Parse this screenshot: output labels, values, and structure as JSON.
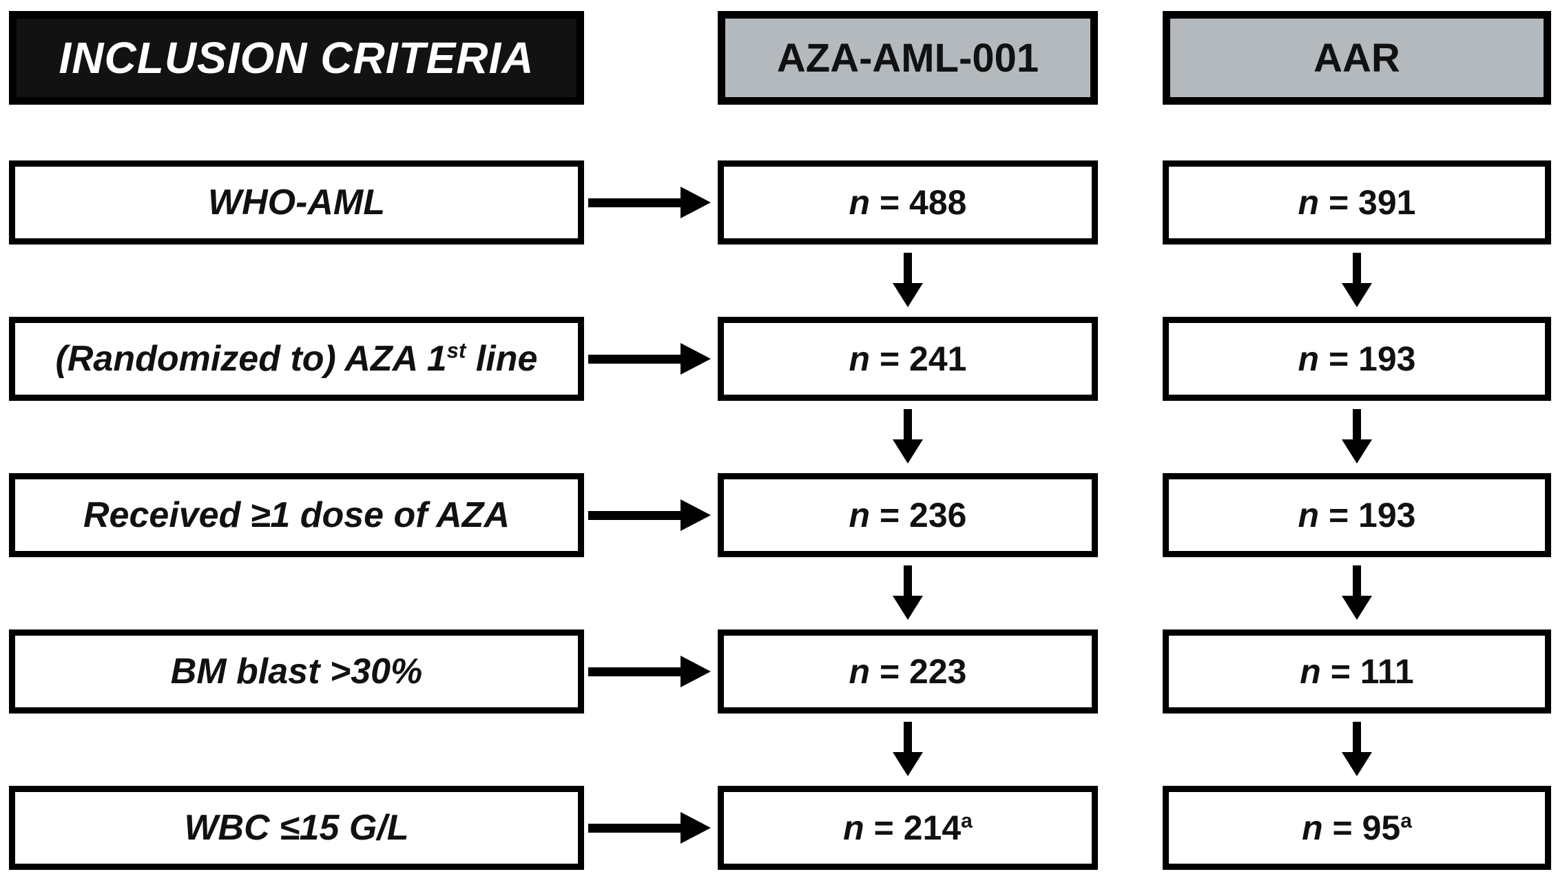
{
  "diagram": {
    "title": "INCLUSION CRITERIA",
    "columns": [
      {
        "label": "AZA-AML-001"
      },
      {
        "label": "AAR"
      }
    ],
    "rows": [
      {
        "criterion": {
          "pre": "WHO-AML",
          "sup": "",
          "post": ""
        },
        "aza": {
          "n": "n",
          "rest": " = 488",
          "sup": ""
        },
        "aar": {
          "n": "n",
          "rest": " = 391",
          "sup": ""
        }
      },
      {
        "criterion": {
          "pre": "(Randomized to) AZA 1",
          "sup": "st",
          "post": " line"
        },
        "aza": {
          "n": "n",
          "rest": " = 241",
          "sup": ""
        },
        "aar": {
          "n": "n",
          "rest": " = 193",
          "sup": ""
        }
      },
      {
        "criterion": {
          "pre": "Received ≥1 dose of AZA",
          "sup": "",
          "post": ""
        },
        "aza": {
          "n": "n",
          "rest": " = 236",
          "sup": ""
        },
        "aar": {
          "n": "n",
          "rest": " = 193",
          "sup": ""
        }
      },
      {
        "criterion": {
          "pre": "BM blast >30%",
          "sup": "",
          "post": ""
        },
        "aza": {
          "n": "n",
          "rest": " = 223",
          "sup": ""
        },
        "aar": {
          "n": "n",
          "rest": " = 111",
          "sup": ""
        }
      },
      {
        "criterion": {
          "pre": "WBC ≤15 G/L",
          "sup": "",
          "post": ""
        },
        "aza": {
          "n": "n",
          "rest": " = 214",
          "sup": "a"
        },
        "aar": {
          "n": "n",
          "rest": " = 95",
          "sup": "a"
        }
      }
    ]
  },
  "colors": {
    "box_border": "#000000",
    "title_fill": "#121212",
    "header_gray_fill": "#b4b9bd",
    "box_fill": "#ffffff",
    "title_text": "#ffffff",
    "text": "#111111"
  }
}
